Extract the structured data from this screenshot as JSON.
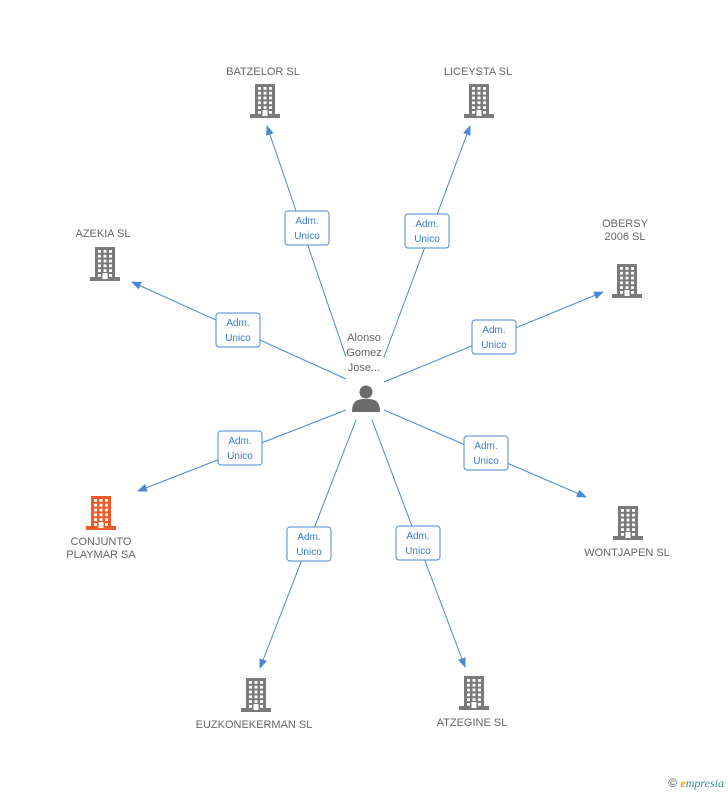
{
  "diagram": {
    "center": {
      "label_lines": [
        "Alonso",
        "Gomez",
        "Jose..."
      ],
      "icon": "person-icon"
    },
    "edge_label_lines": [
      "Adm.",
      "Unico"
    ],
    "companies": [
      {
        "id": "batzelor",
        "label_lines": [
          "BATZELOR SL"
        ],
        "icon": "building-icon",
        "color": "#7a7a7a"
      },
      {
        "id": "liceysta",
        "label_lines": [
          "LICEYSTA SL"
        ],
        "icon": "building-icon",
        "color": "#7a7a7a"
      },
      {
        "id": "azekia",
        "label_lines": [
          "AZEKIA SL"
        ],
        "icon": "building-icon",
        "color": "#7a7a7a"
      },
      {
        "id": "obersy",
        "label_lines": [
          "OBERSY",
          "2006 SL"
        ],
        "icon": "building-icon",
        "color": "#7a7a7a"
      },
      {
        "id": "conjunto",
        "label_lines": [
          "CONJUNTO",
          "PLAYMAR SA"
        ],
        "icon": "building-icon",
        "color": "#f05a28"
      },
      {
        "id": "wontjapen",
        "label_lines": [
          "WONTJAPEN SL"
        ],
        "icon": "building-icon",
        "color": "#7a7a7a"
      },
      {
        "id": "euzkonekerman",
        "label_lines": [
          "EUZKONEKERMAN SL"
        ],
        "icon": "building-icon",
        "color": "#7a7a7a"
      },
      {
        "id": "atzegine",
        "label_lines": [
          "ATZEGINE SL"
        ],
        "icon": "building-icon",
        "color": "#7a7a7a"
      }
    ],
    "edge_color": "#4a8ad4"
  },
  "footer": {
    "copyright_symbol": "©",
    "brand_first": "e",
    "brand_rest": "mpresia"
  }
}
